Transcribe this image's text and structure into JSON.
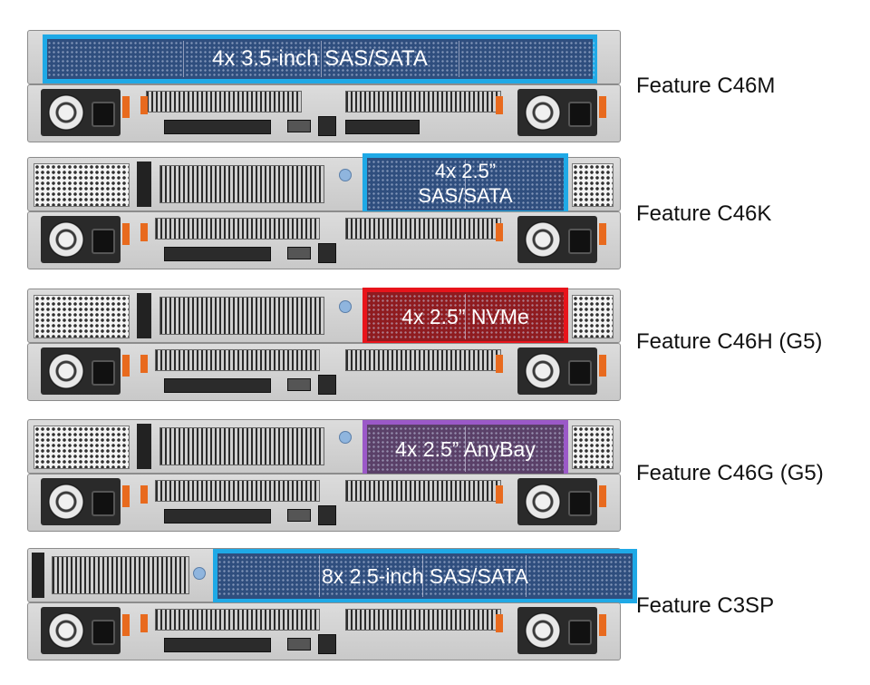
{
  "configurations": [
    {
      "drive_label": "4x 3.5-inch SAS/SATA",
      "feature_label": "Feature C46M",
      "highlight_color": "#1fa9e6",
      "fill_color": "#2f4e7e"
    },
    {
      "drive_label": "4x 2.5”\nSAS/SATA",
      "feature_label": "Feature C46K",
      "highlight_color": "#1fa9e6",
      "fill_color": "#2f4e7e"
    },
    {
      "drive_label": "4x 2.5” NVMe",
      "feature_label": "Feature C46H (G5)",
      "highlight_color": "#e8141b",
      "fill_color": "#8f1b1f"
    },
    {
      "drive_label": "4x 2.5” AnyBay",
      "feature_label": "Feature C46G (G5)",
      "highlight_color": "#9b59c8",
      "fill_color": "#5a4068"
    },
    {
      "drive_label": "8x 2.5-inch SAS/SATA",
      "feature_label": "Feature C3SP",
      "highlight_color": "#1fa9e6",
      "fill_color": "#2f4e7e"
    }
  ]
}
